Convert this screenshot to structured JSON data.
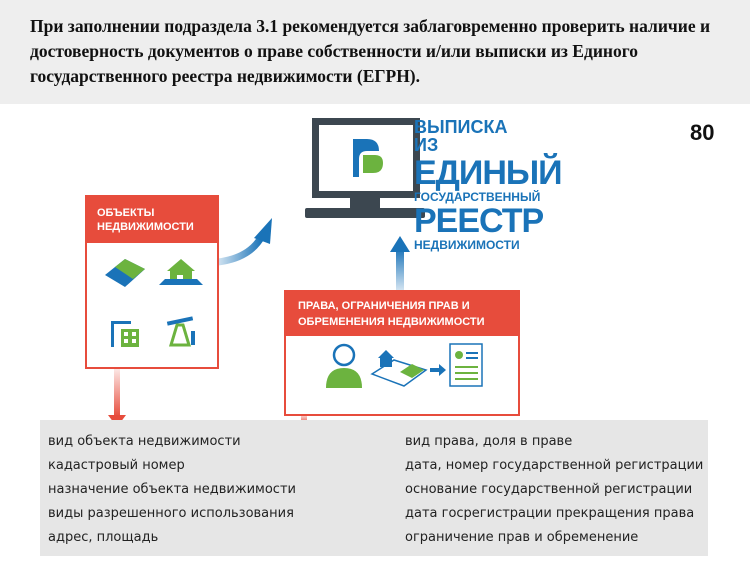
{
  "header": {
    "text": "При заполнении подраздела 3.1 рекомендуется заблаговременно проверить наличие и достоверность документов о праве собственности и/или выписки из Единого государственного реестра недвижимости (ЕГРН)."
  },
  "page_number": "80",
  "egrn": {
    "line1": "Выписка из",
    "line2": "Единый",
    "line3": "государственный",
    "line4": "Реестр",
    "line5": "недвижимости"
  },
  "objects_card": {
    "title_line1": "Объекты",
    "title_line2": "недвижимости",
    "icons": [
      "land-plot-icon",
      "house-icon",
      "building-crane-icon",
      "oil-pump-icon"
    ]
  },
  "rights_card": {
    "title_line1": "Права, ограничения прав и",
    "title_line2": "обременения недвижимости",
    "icons": [
      "person-icon",
      "property-plot-icon",
      "document-icon"
    ]
  },
  "info_panel": {
    "left": [
      "вид объекта недвижимости",
      "кадастровый номер",
      "назначение объекта недвижимости",
      "виды разрешенного использования",
      "адрес, площадь"
    ],
    "right": [
      "вид права, доля в праве",
      "дата, номер государственной регистрации",
      "основание государственной регистрации",
      "дата госрегистрации прекращения права",
      "ограничение прав и обременение"
    ]
  },
  "colors": {
    "accent_red": "#e74c3c",
    "accent_blue": "#1a73b8",
    "icon_green": "#6cb33f",
    "panel_gray": "#e6e6e6"
  }
}
